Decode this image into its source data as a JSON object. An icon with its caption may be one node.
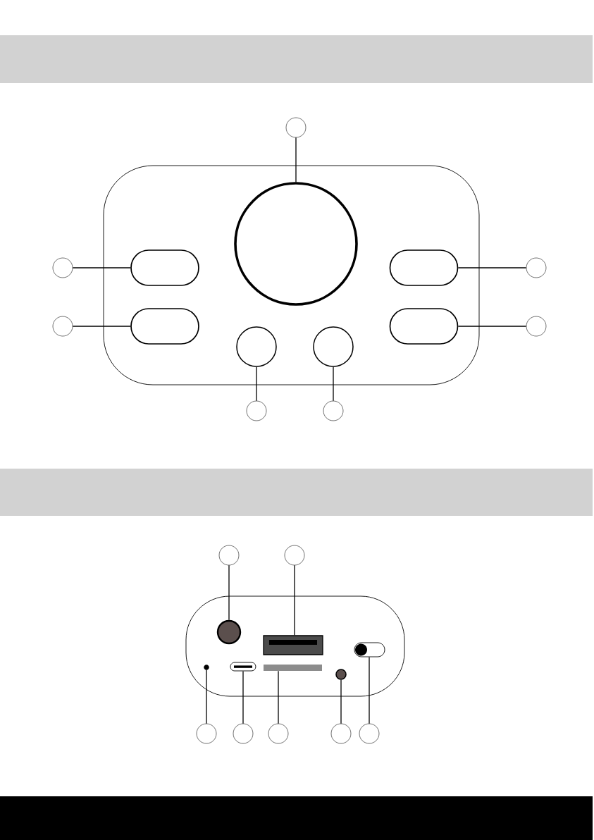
{
  "diagram": {
    "nodes": [
      {
        "text": [],
        "shape": "box"
      },
      {
        "text": [],
        "shape": "circle"
      },
      {
        "text": [],
        "shape": "circle",
        "in": 0
      },
      {
        "text": [],
        "shape": "circle"
      },
      {
        "text": [],
        "shape": "box",
        "in": 0
      },
      {
        "text": [],
        "shape": "box",
        "in": 0
      },
      {
        "text": [],
        "shape": "circle"
      },
      {
        "text": [],
        "shape": "circle"
      },
      {
        "text": [],
        "shape": "box",
        "in": 0
      },
      {
        "text": [],
        "shape": "box",
        "in": 0
      },
      {
        "text": [],
        "shape": "circle"
      },
      {
        "text": [],
        "shape": "circle",
        "in": 0
      },
      {
        "text": [],
        "shape": "circle",
        "in": 0
      },
      {
        "text": [],
        "shape": "circle"
      },
      {
        "text": [],
        "shape": "circle"
      },
      {
        "text": [],
        "shape": "box"
      },
      {
        "text": [],
        "shape": "circle"
      },
      {
        "text": [],
        "shape": "circle"
      },
      {
        "text": [],
        "shape": "circle",
        "in": 15
      },
      {
        "text": [],
        "shape": "box",
        "in": 15
      },
      {
        "text": [],
        "shape": "box",
        "in": 15
      },
      {
        "text": [],
        "shape": "circle",
        "in": 15
      },
      {
        "text": [],
        "shape": "box",
        "in": 15
      },
      {
        "text": [],
        "shape": "bar",
        "in": 15
      },
      {
        "text": [],
        "shape": "circle",
        "in": 15
      },
      {
        "text": [],
        "shape": "circle"
      },
      {
        "text": [],
        "shape": "circle"
      },
      {
        "text": [],
        "shape": "circle"
      },
      {
        "text": [],
        "shape": "circle"
      },
      {
        "text": [],
        "shape": "circle"
      }
    ],
    "edges": [
      {
        "from": 1,
        "to": 2,
        "arrow": "none"
      },
      {
        "from": 3,
        "to": 4,
        "arrow": "none"
      },
      {
        "from": 6,
        "to": 5,
        "arrow": "none"
      },
      {
        "from": 7,
        "to": 8,
        "arrow": "none"
      },
      {
        "from": 10,
        "to": 9,
        "arrow": "none"
      },
      {
        "from": 13,
        "to": 11,
        "arrow": "none"
      },
      {
        "from": 14,
        "to": 12,
        "arrow": "none"
      },
      {
        "from": 16,
        "to": 18,
        "arrow": "none"
      },
      {
        "from": 17,
        "to": 19,
        "arrow": "none"
      },
      {
        "from": 25,
        "to": 21,
        "arrow": "none"
      },
      {
        "from": 26,
        "to": 22,
        "arrow": "none"
      },
      {
        "from": 27,
        "to": 23,
        "arrow": "none"
      },
      {
        "from": 28,
        "to": 24,
        "arrow": "none"
      },
      {
        "from": 29,
        "to": 20,
        "arrow": "none"
      }
    ]
  }
}
